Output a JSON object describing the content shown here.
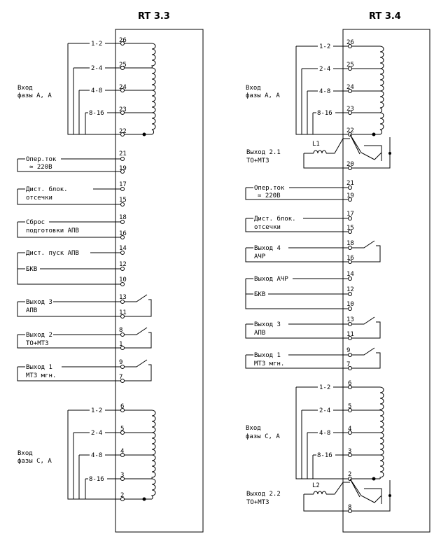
{
  "left": {
    "title": "RT 3.3",
    "input_a": [
      "Вход",
      "фазы A, A"
    ],
    "input_c": [
      "Вход",
      "фазы C, A"
    ],
    "taps_a": [
      {
        "label": "1-2",
        "pin": "26"
      },
      {
        "label": "2-4",
        "pin": "25"
      },
      {
        "label": "4-8",
        "pin": "24"
      },
      {
        "label": "8-16",
        "pin": "23"
      }
    ],
    "common_a": "22",
    "taps_c": [
      {
        "label": "1-2",
        "pin": "6"
      },
      {
        "label": "2-4",
        "pin": "5"
      },
      {
        "label": "4-8",
        "pin": "4"
      },
      {
        "label": "8-16",
        "pin": "3"
      }
    ],
    "common_c": "2",
    "power": {
      "lines": [
        "Опер.ток",
        "≃ 220В"
      ],
      "pins": [
        "21",
        "19"
      ]
    },
    "cutoff": {
      "lines": [
        "Дист. блок.",
        "отсечки"
      ],
      "pins": [
        "17",
        "15"
      ]
    },
    "reset": {
      "lines": [
        "Сброс",
        "подготовки АПВ"
      ],
      "pins": [
        "18",
        "16"
      ]
    },
    "apv_start": {
      "label": "Дист. пуск АПВ",
      "pin": "14"
    },
    "bkv": {
      "label": "БКВ",
      "pin": "12"
    },
    "common_10": "10",
    "out3": {
      "lines": [
        "Выход 3",
        "АПВ"
      ],
      "pins": [
        "13",
        "11"
      ]
    },
    "out2": {
      "lines": [
        "Выход 2",
        "ТО+МТЗ"
      ],
      "pins": [
        "8",
        "1"
      ]
    },
    "out1": {
      "lines": [
        "Выход 1",
        "МТЗ мгн."
      ],
      "pins": [
        "9",
        "7"
      ]
    }
  },
  "right": {
    "title": "RT 3.4",
    "input_a": [
      "Вход",
      "фазы A, A"
    ],
    "input_c": [
      "Вход",
      "фазы C, A"
    ],
    "taps_a": [
      {
        "label": "1-2",
        "pin": "26"
      },
      {
        "label": "2-4",
        "pin": "25"
      },
      {
        "label": "4-8",
        "pin": "24"
      },
      {
        "label": "8-16",
        "pin": "23"
      }
    ],
    "common_a": "22",
    "out21": {
      "lines": [
        "Выход 2.1",
        "ТО+МТЗ"
      ],
      "coil": "L1",
      "pin": "20"
    },
    "power": {
      "lines": [
        "Опер.ток",
        "≃ 220В"
      ],
      "pins": [
        "21",
        "19"
      ]
    },
    "cutoff": {
      "lines": [
        "Дист. блок.",
        "отсечки"
      ],
      "pins": [
        "17",
        "15"
      ]
    },
    "out4": {
      "lines": [
        "Выход 4",
        "АЧР"
      ],
      "pins": [
        "18",
        "16"
      ]
    },
    "achr": {
      "label": "Выход АЧР",
      "pin": "14"
    },
    "bkv": {
      "label": "БКВ",
      "pin": "12"
    },
    "common_10": "10",
    "out3": {
      "lines": [
        "Выход 3",
        "АПВ"
      ],
      "pins": [
        "13",
        "11"
      ]
    },
    "out1": {
      "lines": [
        "Выход 1",
        "МТЗ мгн."
      ],
      "pins": [
        "9",
        "7"
      ]
    },
    "taps_c": [
      {
        "label": "1-2",
        "pin": "6"
      },
      {
        "label": "2-4",
        "pin": "5"
      },
      {
        "label": "4-8",
        "pin": "4"
      },
      {
        "label": "8-16",
        "pin": "3"
      }
    ],
    "common_c": "2",
    "out22": {
      "lines": [
        "Выход 2.2",
        "ТО+МТЗ"
      ],
      "coil": "L2",
      "pin": "8"
    }
  }
}
